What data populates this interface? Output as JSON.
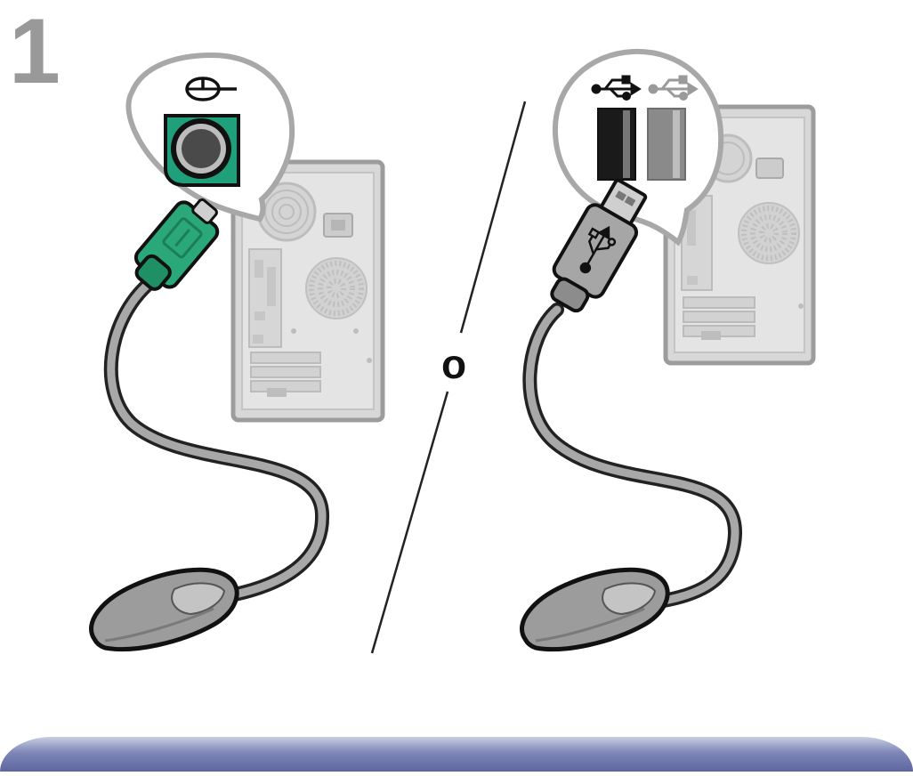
{
  "step": {
    "number": "1"
  },
  "separator": {
    "or_label": "o"
  },
  "options": [
    {
      "connector": "PS/2",
      "icon": "mouse-port-icon",
      "port_color": "#1f9f7a",
      "plug_color": "#2aa879"
    },
    {
      "connector": "USB",
      "icon": "usb-icon",
      "port_colors": [
        "#1a1a1a",
        "#8a8a8a"
      ],
      "plug_color": "#9a9a9a"
    }
  ],
  "colors": {
    "bottom_band": "#6f78ad",
    "step_number": "#999999"
  }
}
